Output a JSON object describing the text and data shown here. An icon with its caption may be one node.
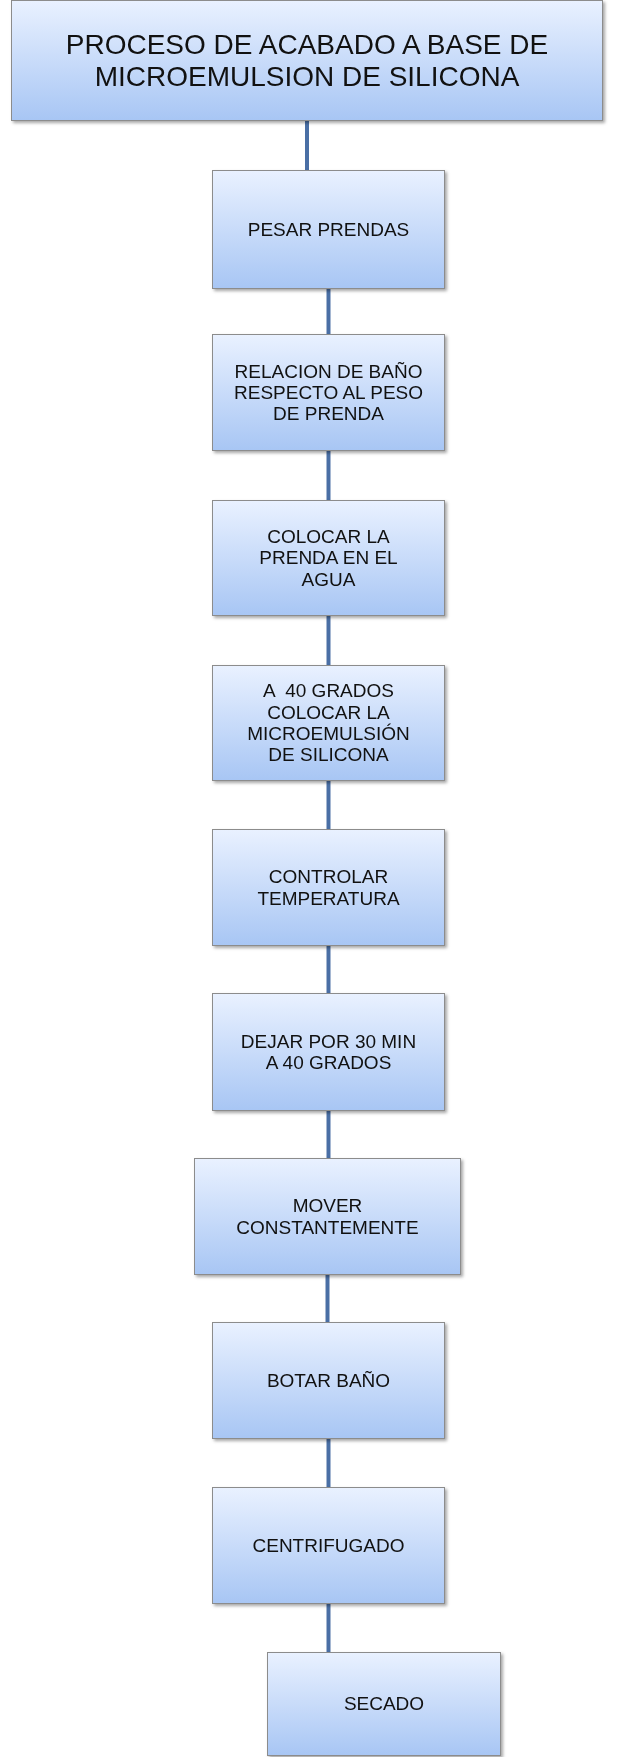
{
  "diagram": {
    "nodes": [
      {
        "text": [
          "PROCESO DE ACABADO A BASE DE MICROEMULSION DE SILICONA"
        ]
      },
      {
        "text": [
          "PESAR PRENDAS"
        ]
      },
      {
        "text": [
          "RELACION DE BAÑO RESPECTO AL PESO DE PRENDA"
        ]
      },
      {
        "text": [
          "COLOCAR LA PRENDA EN EL AGUA"
        ]
      },
      {
        "text": [
          "A  40 GRADOS COLOCAR LA MICROEMULSIÓN DE SILICONA"
        ]
      },
      {
        "text": [
          "CONTROLAR TEMPERATURA"
        ]
      },
      {
        "text": [
          "DEJAR POR 30 MIN A 40 GRADOS"
        ]
      },
      {
        "text": [
          "MOVER CONSTANTEMENTE"
        ]
      },
      {
        "text": [
          "BOTAR BAÑO"
        ]
      },
      {
        "text": [
          "CENTRIFUGADO"
        ]
      },
      {
        "text": [
          "SECADO"
        ]
      }
    ],
    "edges": [
      {
        "from": 0,
        "to": 1,
        "arrow": "none"
      },
      {
        "from": 1,
        "to": 2,
        "arrow": "none"
      },
      {
        "from": 2,
        "to": 3,
        "arrow": "none"
      },
      {
        "from": 3,
        "to": 4,
        "arrow": "none"
      },
      {
        "from": 4,
        "to": 5,
        "arrow": "none"
      },
      {
        "from": 5,
        "to": 6,
        "arrow": "none"
      },
      {
        "from": 6,
        "to": 7,
        "arrow": "none"
      },
      {
        "from": 7,
        "to": 8,
        "arrow": "none"
      },
      {
        "from": 8,
        "to": 9,
        "arrow": "none"
      },
      {
        "from": 9,
        "to": 10,
        "arrow": "none"
      }
    ]
  }
}
